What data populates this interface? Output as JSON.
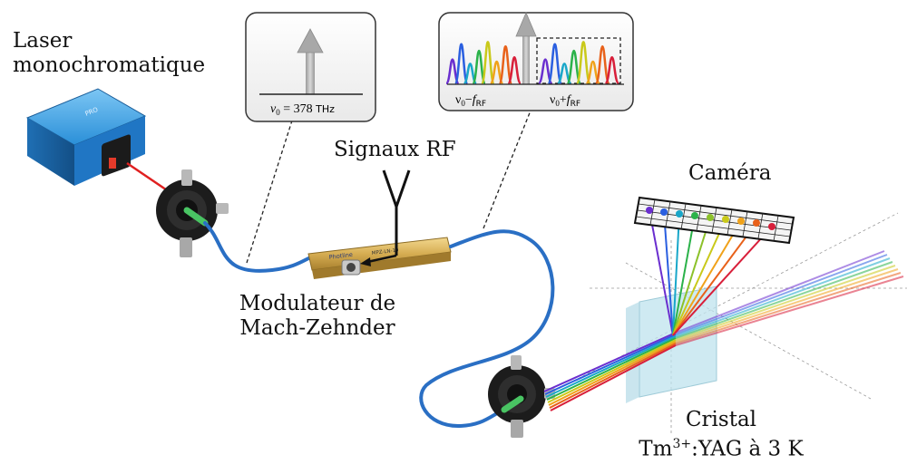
{
  "labels": {
    "laser_line1": "Laser",
    "laser_line2": "monochromatique",
    "rf": "Signaux RF",
    "mzm_line1": "Modulateur de",
    "mzm_line2": "Mach-Zehnder",
    "camera": "Caméra",
    "crystal_line1": "Cristal",
    "crystal_ion": "Tm",
    "crystal_charge": "3+",
    "crystal_rest": ":YAG à 3 K"
  },
  "inset_left": {
    "nu": "ν",
    "sub": "0",
    "value": " = 378 ",
    "unit": "THz"
  },
  "inset_right": {
    "minus_nu": "ν",
    "minus_sub": "0",
    "minus_op": "−",
    "minus_f": "f",
    "minus_fsub": "RF",
    "plus_nu": "ν",
    "plus_sub": "0",
    "plus_op": "+",
    "plus_f": "f",
    "plus_fsub": "RF"
  },
  "device_text": {
    "modulator_brand": "Photline",
    "modulator_model": "MPZ-LN-10"
  },
  "colors": {
    "fiber": "#2a6fc4",
    "laser_body": "#2a8fd8",
    "laser_beam": "#e02020",
    "mzm_body": "#d9b25a",
    "crystal": "#bfe3ee",
    "spectrum": [
      "#6a2ecf",
      "#2a5fe0",
      "#19a7c9",
      "#2bb24a",
      "#c9c91a",
      "#f0a21a",
      "#e8611a",
      "#d81f3a"
    ]
  }
}
